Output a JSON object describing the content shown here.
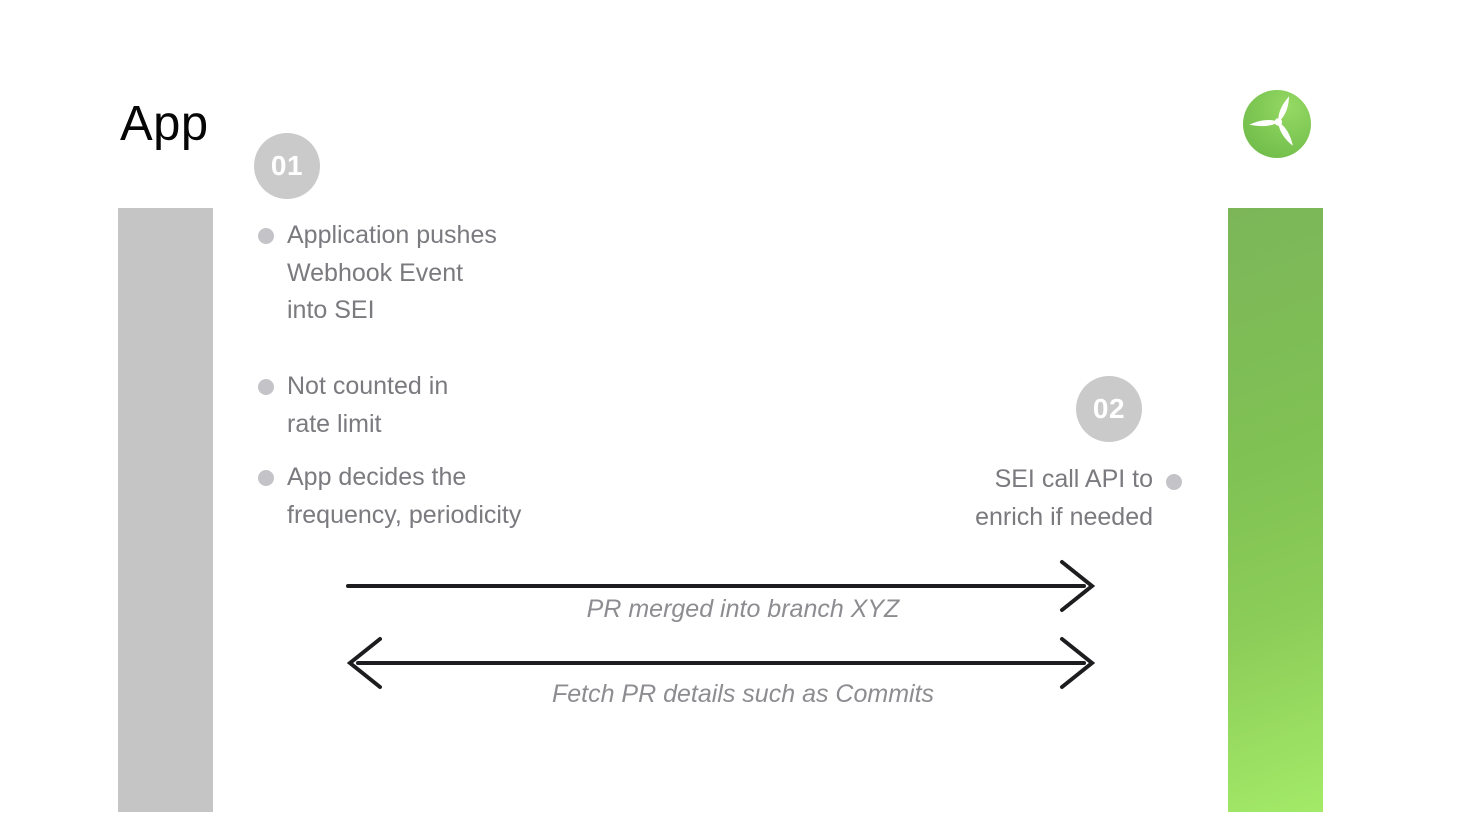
{
  "title": "App",
  "logo": {
    "name": "sei-propeller-logo"
  },
  "colors": {
    "arrow": "#1d1d1f",
    "neutral_bar": "#c5c5c5",
    "badge_bg": "#cacaca",
    "bullet_dot": "#c4c4c8",
    "body_text": "#7a7a7f",
    "label_text": "#8d8d91",
    "green_bar_top": "#7cb659",
    "green_bar_bottom": "#a4ea68",
    "logo_green_light": "#94d963",
    "logo_green_dark": "#6cb847"
  },
  "steps": [
    {
      "number": "01",
      "bullets": [
        "Application pushes\nWebhook Event\ninto SEI",
        "Not counted in\nrate limit",
        "App decides the\nfrequency, periodicity"
      ]
    },
    {
      "number": "02",
      "bullets": [
        "SEI call API to\nenrich if needed"
      ]
    }
  ],
  "arrows": [
    {
      "label": "PR merged into branch XYZ",
      "direction": "right"
    },
    {
      "label": "Fetch PR details such as Commits",
      "direction": "both"
    }
  ]
}
